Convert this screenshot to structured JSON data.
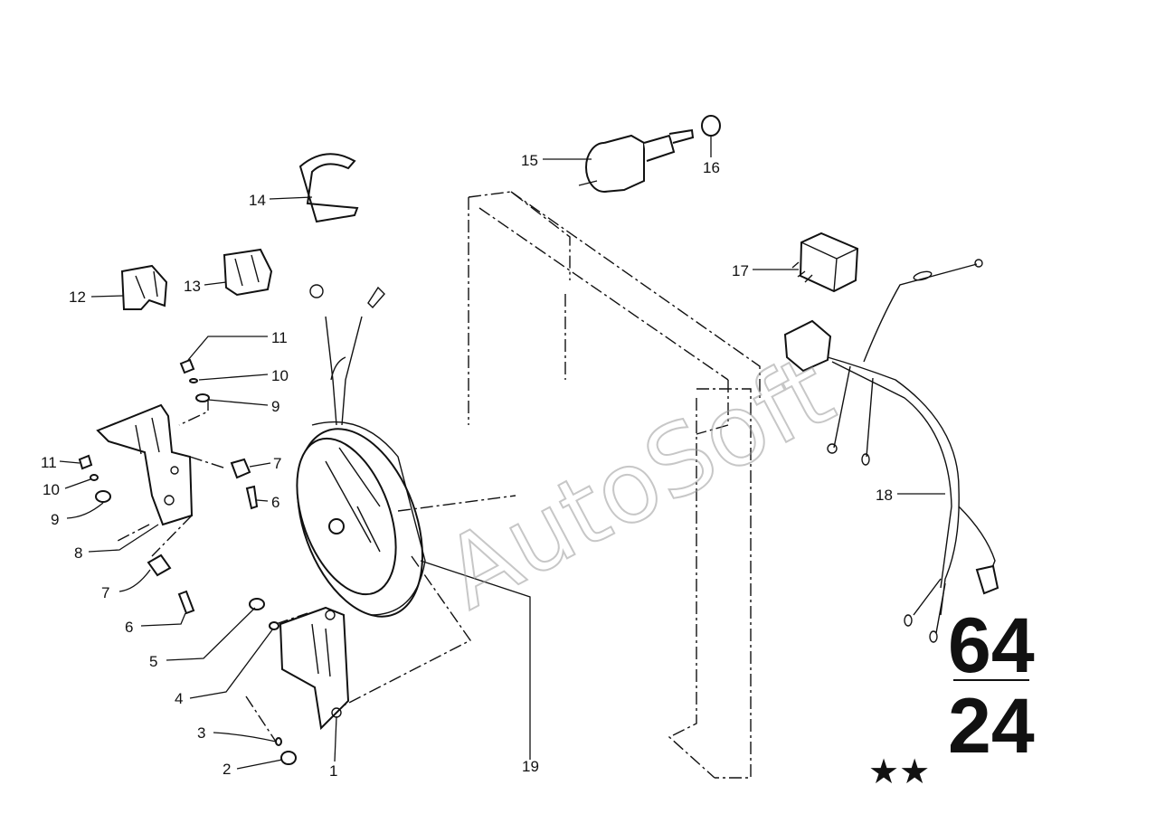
{
  "watermark": "AutoSoft",
  "group_top": "64",
  "group_bottom": "24",
  "stars": "★★",
  "callouts": [
    {
      "id": "c1",
      "label": "1"
    },
    {
      "id": "c2",
      "label": "2"
    },
    {
      "id": "c3",
      "label": "3"
    },
    {
      "id": "c4",
      "label": "4"
    },
    {
      "id": "c5",
      "label": "5"
    },
    {
      "id": "c6a",
      "label": "6"
    },
    {
      "id": "c6b",
      "label": "6"
    },
    {
      "id": "c7a",
      "label": "7"
    },
    {
      "id": "c7b",
      "label": "7"
    },
    {
      "id": "c8",
      "label": "8"
    },
    {
      "id": "c9a",
      "label": "9"
    },
    {
      "id": "c9b",
      "label": "9"
    },
    {
      "id": "c10a",
      "label": "10"
    },
    {
      "id": "c10b",
      "label": "10"
    },
    {
      "id": "c11a",
      "label": "11"
    },
    {
      "id": "c11b",
      "label": "11"
    },
    {
      "id": "c12",
      "label": "12"
    },
    {
      "id": "c13",
      "label": "13"
    },
    {
      "id": "c14",
      "label": "14"
    },
    {
      "id": "c15",
      "label": "15"
    },
    {
      "id": "c16",
      "label": "16"
    },
    {
      "id": "c17",
      "label": "17"
    },
    {
      "id": "c18",
      "label": "18"
    },
    {
      "id": "c19",
      "label": "19"
    }
  ]
}
